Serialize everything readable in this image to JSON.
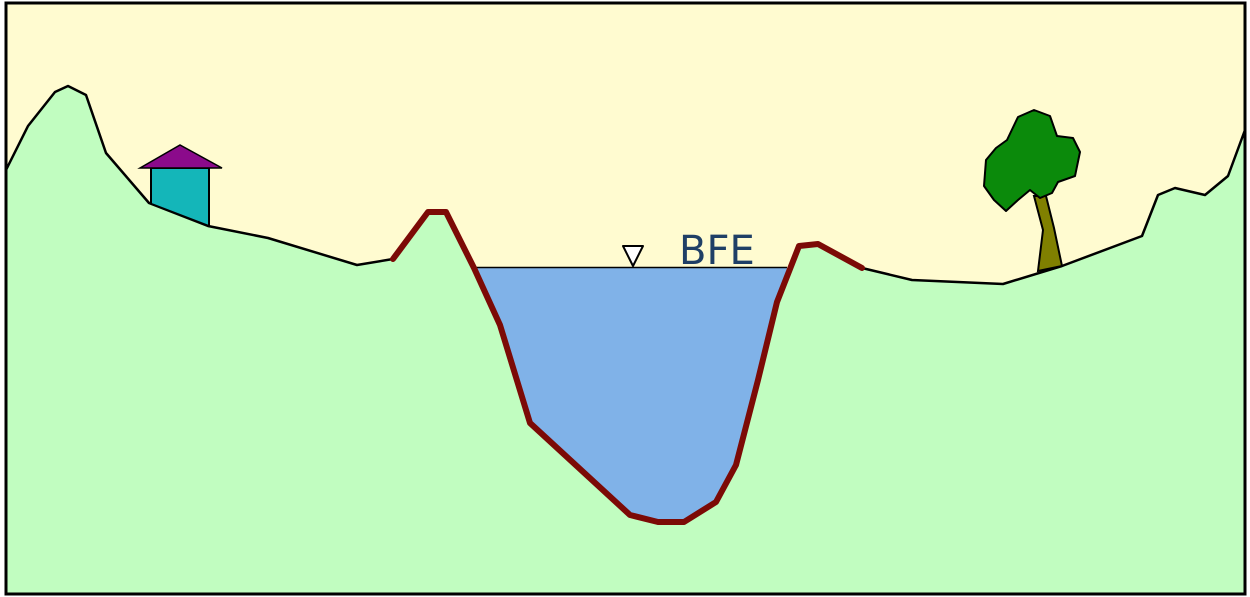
{
  "diagram": {
    "water_level_label": "BFE",
    "colors": {
      "sky": "#fffbd0",
      "ground": "#c1fdc0",
      "water": "#80b2e8",
      "channel_bank": "#7c0a06",
      "outline": "#000000",
      "house_roof": "#8b0a8b",
      "house_wall": "#14b6b9",
      "tree_foliage": "#0b8a0b",
      "tree_trunk": "#808000",
      "label": "#1f3f66"
    },
    "features": [
      "hill",
      "house",
      "levee",
      "channel",
      "water-surface",
      "water-level-marker",
      "tree"
    ]
  }
}
